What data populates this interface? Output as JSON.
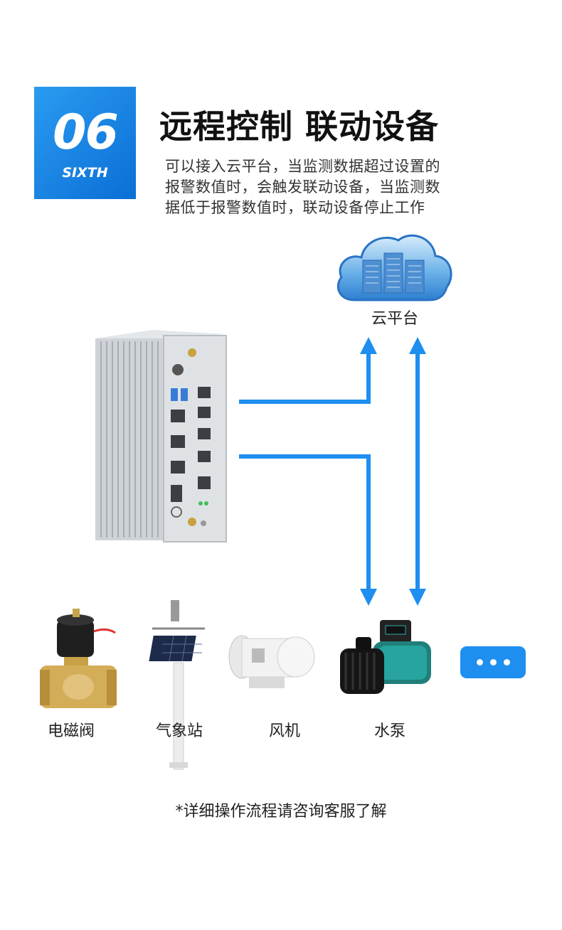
{
  "badge": {
    "number": "06",
    "subtitle": "SIXTH"
  },
  "title": "远程控制 联动设备",
  "description": [
    "可以接入云平台，当监测数据超过设置的",
    "报警数值时，会触发联动设备，当监测数",
    "据低于报警数值时，联动设备停止工作"
  ],
  "cloud": {
    "label": "云平台"
  },
  "devices": [
    {
      "label": "电磁阀",
      "icon": "solenoid-valve-icon"
    },
    {
      "label": "气象站",
      "icon": "weather-station-icon"
    },
    {
      "label": "风机",
      "icon": "fan-icon"
    },
    {
      "label": "水泵",
      "icon": "water-pump-icon"
    }
  ],
  "more": {
    "icon": "ellipsis-icon"
  },
  "footnote": "*详细操作流程请咨询客服了解",
  "colors": {
    "accent": "#1e8ef0",
    "badge_start": "#2a9bf0",
    "badge_end": "#0b6fd6"
  }
}
